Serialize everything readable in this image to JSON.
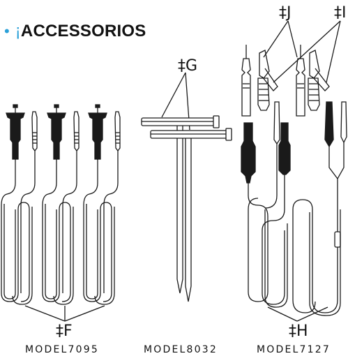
{
  "header": {
    "title_lead": "¡",
    "title_main": "ACCESSORIOS"
  },
  "callouts": {
    "g": "‡G",
    "j": "‡J",
    "i": "‡I",
    "f": "‡F",
    "h": "‡H"
  },
  "models": {
    "left": "MODEL7095",
    "center": "MODEL8032",
    "right": "MODEL7127"
  },
  "colors": {
    "accent": "#2aa0d8",
    "line": "#1a1a1a"
  }
}
